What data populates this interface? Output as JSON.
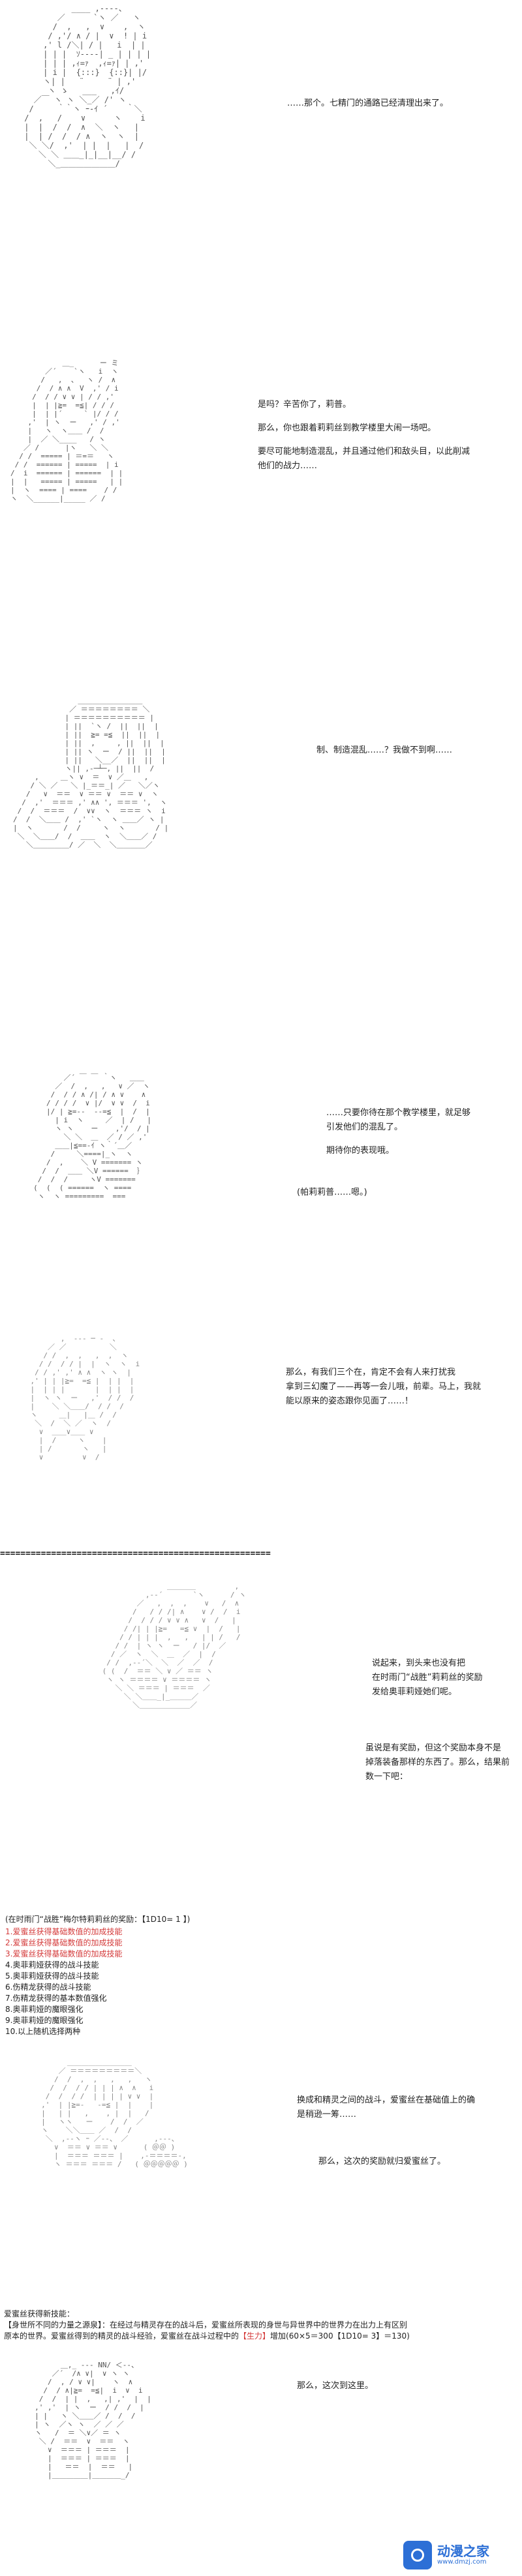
{
  "panels": {
    "p1": {
      "lines": [
        "……那个。七精门的通路已经清理出来了。"
      ]
    },
    "p2": {
      "lines": [
        "是吗？辛苦你了，莉普。",
        "那么，你也跟着莉莉丝到教学楼里大闹一场吧。",
        "要尽可能地制造混乱，并且通过他们和敌头目，以此削减\n他们的战力……"
      ]
    },
    "p3": {
      "lines": [
        "制、制造混乱……？我做不到啊……"
      ]
    },
    "p4": {
      "lines": [
        "……只要你待在那个教学楼里，就足够\n引发他们的混乱了。",
        "期待你的表现哦。",
        "(帕莉莉普……嗯。)"
      ]
    },
    "p5": {
      "lines": [
        "那么，有我们三个在，肯定不会有人来打扰我\n拿到三幻魔了——再等一会儿哦，前辈。马上，我就\n能以原来的姿态跟你见面了……！"
      ]
    },
    "separator": "=====================================================",
    "p6": {
      "lines": [
        "说起来，到头来也没有把\n在时雨门“战胜”莉莉丝的奖励\n发给奥菲莉娅她们呢。",
        "虽说是有奖励，但这个奖励本身不是\n掉落装备那样的东西了。那么，结果前\n数一下吧："
      ]
    },
    "reward": {
      "title": "(在时雨门“战胜”梅尔特莉莉丝的奖励：【1D10= 1 】)",
      "options": [
        "1.爱蜜丝获得基础数值的加成技能",
        "2.爱蜜丝获得基础数值的加成技能",
        "3.爱蜜丝获得基础数值的加成技能",
        "4.奥菲莉娅获得的战斗技能",
        "5.奥菲莉娅获得的战斗技能",
        "6.伤精龙获得的战斗技能",
        "7.伤精龙获得的基本数值强化",
        "8.奥菲莉娅的魔眼强化",
        "9.奥菲莉娅的魔眼强化",
        "10.以上随机选择两种"
      ],
      "highlighted_count": 3,
      "highlight_color": "#d43a3a"
    },
    "p7": {
      "lines": [
        "换成和精灵之间的战斗，爱蜜丝在基础值上的确\n是稍逊一筹……",
        "那么，这次的奖励就归爱蜜丝了。"
      ]
    },
    "skill": {
      "heading": "爱蜜丝获得新技能：",
      "name": "【身世所不同的力量之源泉】",
      "desc": "：在经过与精灵存在的战斗后，爱蜜丝所表现的身世与异世界中的世界力在出力上有区别",
      "line2_prefix": "原本的世界。爱蜜丝得到的精灵的战斗经验，爱蜜丝在战斗过程中的",
      "line2_accent": "【生力】",
      "line2_suffix": "增加(60×5＝300【1D10= 3】＝130)"
    },
    "p8": {
      "lines": [
        "那么，这次到这里。"
      ]
    },
    "watermark": {
      "main": "动漫之家",
      "sub": "www.dmzj.com"
    }
  },
  "colors": {
    "accent_red": "#d43a3a",
    "brand_blue": "#2c6fd6"
  }
}
